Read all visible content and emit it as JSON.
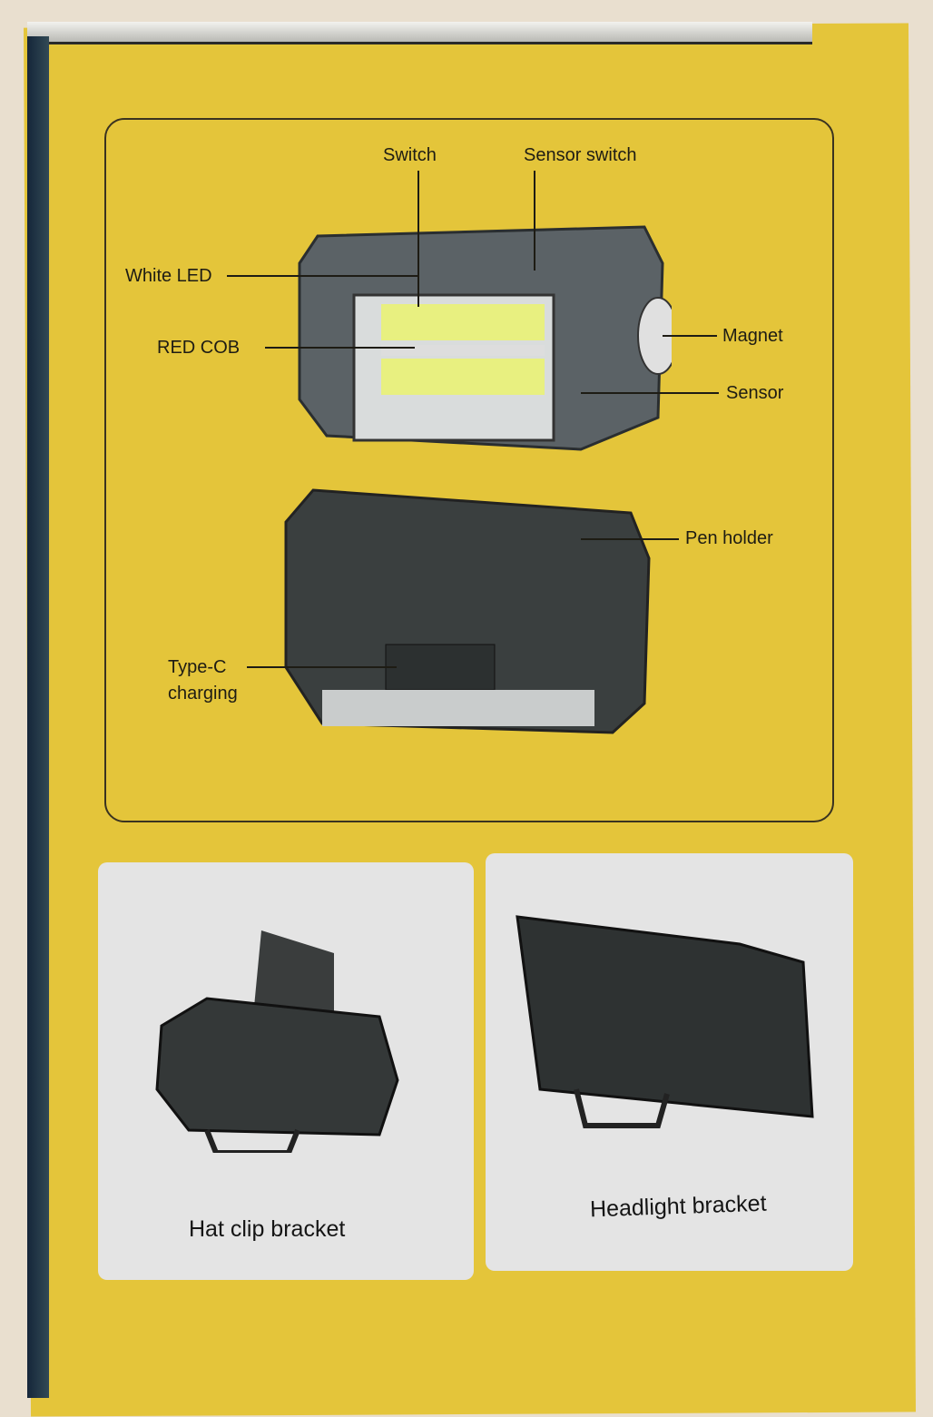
{
  "diagram": {
    "labels": {
      "switch": "Switch",
      "sensor_switch": "Sensor switch",
      "white_led": "White LED",
      "red_cob": "RED COB",
      "magnet": "Magnet",
      "sensor": "Sensor",
      "pen_holder": "Pen holder",
      "type_c_line1": "Type-C",
      "type_c_line2": "charging"
    }
  },
  "accessories": [
    {
      "caption": "Hat clip  bracket"
    },
    {
      "caption": "Headlight bracket"
    }
  ],
  "colors": {
    "box": "#e4c53a",
    "card": "#e4e4e4",
    "led": "#e8f080"
  }
}
